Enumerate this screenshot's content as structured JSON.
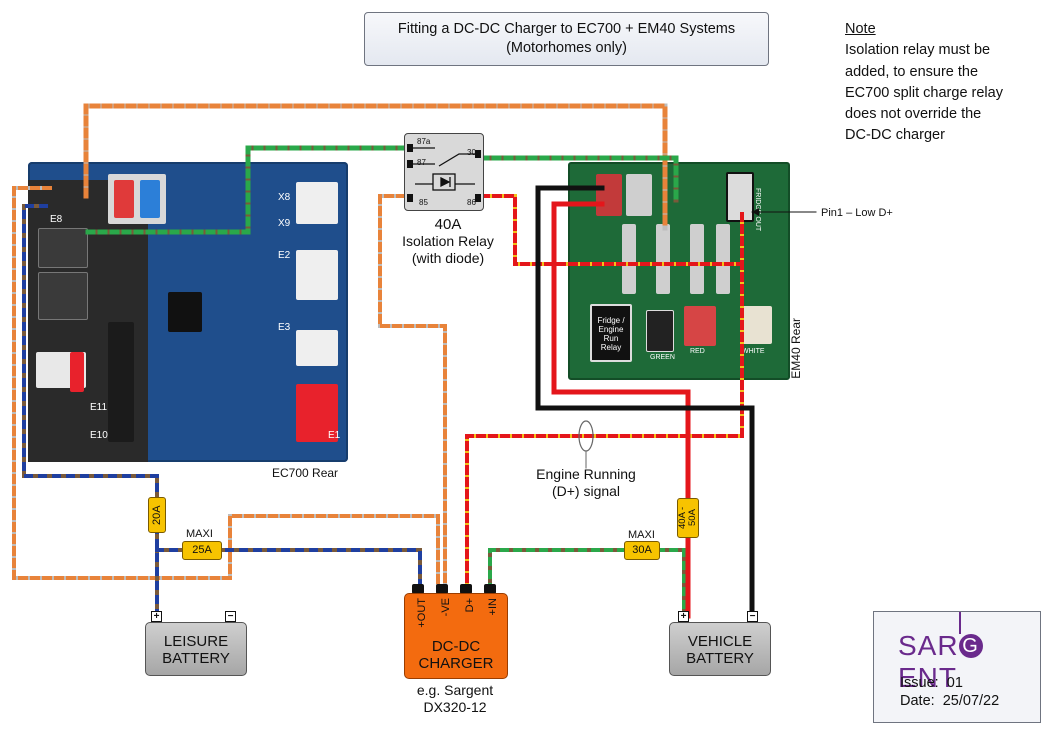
{
  "title": {
    "line1": "Fitting a DC-DC Charger to EC700 + EM40 Systems",
    "line2": "(Motorhomes only)"
  },
  "note": {
    "heading": "Note",
    "lines": [
      "Isolation relay must be",
      "added, to ensure the",
      "EC700 split charge relay",
      "does not override the",
      "DC-DC charger"
    ]
  },
  "relay": {
    "label_lines": [
      "40A",
      "Isolation Relay",
      "(with diode)"
    ],
    "terminals": [
      "87a",
      "87",
      "30",
      "85",
      "86"
    ]
  },
  "boards": {
    "ec700_label": "EC700 Rear",
    "em40_label": "EM40 Rear",
    "em40_relay_text": [
      "Fridge /",
      "Engine Run",
      "Relay"
    ],
    "ec_silk": [
      "E8",
      "E2",
      "E3",
      "E1",
      "E11",
      "E10",
      "X8",
      "X9"
    ],
    "em_silk": [
      "GREEN",
      "RED",
      "WHITE",
      "FRIDGE OUT"
    ]
  },
  "pin_label": "Pin1 – Low D+",
  "signal_label": [
    "Engine Running",
    "(D+) signal"
  ],
  "fuses": {
    "leisure_inline": "20A",
    "leisure_maxi_title": "MAXI",
    "leisure_maxi": "25A",
    "vehicle_maxi_title": "MAXI",
    "vehicle_maxi": "30A",
    "vehicle_inline": "40A - 50A"
  },
  "batteries": {
    "leisure": [
      "LEISURE",
      "BATTERY"
    ],
    "vehicle": [
      "VEHICLE",
      "BATTERY"
    ],
    "plus": "+",
    "minus": "−"
  },
  "charger": {
    "name": [
      "DC-DC",
      "CHARGER"
    ],
    "pins": [
      "+OUT",
      "-VE",
      "D+",
      "+IN"
    ],
    "example": [
      "e.g. Sargent",
      "DX320-12"
    ]
  },
  "brand": {
    "logo_pre": "SAR",
    "logo_g": "G",
    "logo_post": "ENT",
    "issue_label": "Issue:",
    "issue": "01",
    "date_label": "Date:",
    "date": "25/07/22"
  },
  "colors": {
    "wire_brown": "#7a5a3a",
    "wire_green": "#2aa84a",
    "wire_orange": "#e8833a",
    "wire_grey": "#bdbdbd",
    "wire_red": "#e4161b",
    "wire_yellow": "#f2c21a",
    "wire_blue": "#1f3fa0",
    "wire_black": "#111111",
    "charger_orange": "#f36b0f",
    "fuse_yellow": "#f7c300",
    "logo_purple": "#6a2a8c"
  }
}
